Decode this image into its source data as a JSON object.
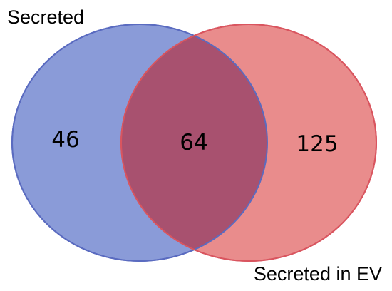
{
  "venn": {
    "sets": [
      {
        "id": "secreted",
        "label": "Secreted",
        "fill": "#8a9bd8",
        "stroke": "#5a6bc0"
      },
      {
        "id": "secreted_in_ev",
        "label": "Secreted in EV",
        "fill": "#e98c8c",
        "stroke": "#d9555f"
      }
    ],
    "overlap_fill": "#a8516f",
    "regions": {
      "only_secreted": "46",
      "both": "64",
      "only_secreted_in_ev": "125"
    }
  }
}
